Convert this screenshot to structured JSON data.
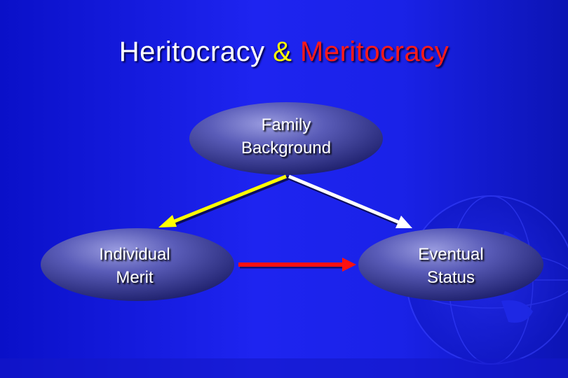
{
  "title": {
    "part1": "Heritocracy",
    "part2": "&",
    "part3": "Meritocracy"
  },
  "nodes": {
    "family": {
      "line1": "Family",
      "line2": "Background"
    },
    "merit": {
      "line1": "Individual",
      "line2": "Merit"
    },
    "status": {
      "line1": "Eventual",
      "line2": "Status"
    }
  },
  "colors": {
    "background": "#1a22e8",
    "title_main": "#ffffff",
    "title_amp": "#ffff00",
    "title_accent": "#ff1a1a",
    "arrow_family_to_merit": "#ffff00",
    "arrow_family_to_status": "#ffffff",
    "arrow_merit_to_status": "#ff1010"
  },
  "decor": {
    "globe_icon": "globe-icon"
  }
}
